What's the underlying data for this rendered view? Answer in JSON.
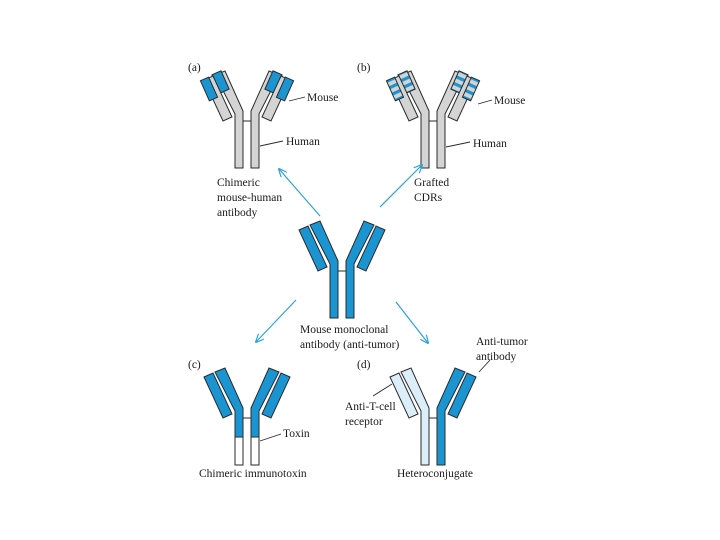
{
  "colors": {
    "mouse": "#1b95d2",
    "human": "#d4d4d4",
    "anti_t_cell": "#dbeef9",
    "toxin": "#ffffff",
    "outline": "#2a2a2a",
    "arrow": "#2aa3dc"
  },
  "panels": {
    "a": {
      "tag": "(a)",
      "mouse_label": "Mouse",
      "human_label": "Human",
      "caption": [
        "Chimeric",
        "mouse-human",
        "antibody"
      ]
    },
    "b": {
      "tag": "(b)",
      "mouse_label": "Mouse",
      "human_label": "Human",
      "caption": [
        "Grafted",
        "CDRs"
      ]
    },
    "c": {
      "tag": "(c)",
      "toxin_label": "Toxin",
      "caption": [
        "Chimeric immunotoxin"
      ]
    },
    "d": {
      "tag": "(d)",
      "anti_tumor_label": [
        "Anti-tumor",
        "antibody"
      ],
      "anti_t_cell_label": [
        "Anti-T-cell",
        "receptor"
      ],
      "caption": [
        "Heteroconjugate"
      ]
    },
    "center": {
      "caption": [
        "Mouse monoclonal",
        "antibody (anti-tumor)"
      ]
    }
  }
}
